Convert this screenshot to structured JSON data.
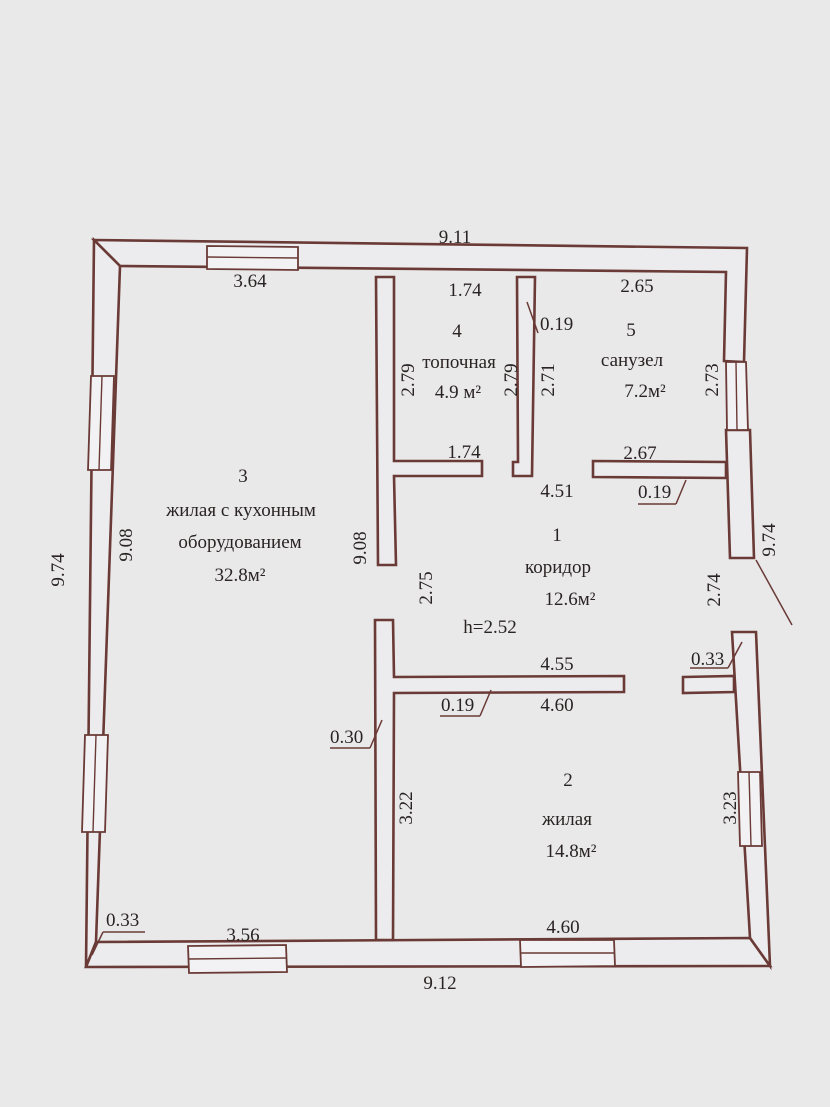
{
  "colors": {
    "wall": "#6a3a36",
    "paper": "#e9e9ea",
    "text": "#2a2323"
  },
  "dimensions": {
    "top_outer": "9.11",
    "bottom_outer": "9.12",
    "left_outer": "9.74",
    "right_outer": "9.74",
    "left_inner": "9.08",
    "top_window": "3.64",
    "room4_width_top": "1.74",
    "room4_width_bottom": "1.74",
    "room5_width": "2.65",
    "room5_width_bottom": "2.67",
    "partition_019_a": "0.19",
    "partition_019_b": "0.19",
    "partition_019_c": "0.19",
    "room4_height_left": "2.79",
    "room4_height_right": "2.79",
    "room5_height_left": "2.71",
    "room5_height_right": "2.73",
    "corridor_width": "4.51",
    "wall3_height": "9.08",
    "corridor_height_left": "2.75",
    "corridor_height_right": "2.74",
    "ceiling_height": "h=2.52",
    "room2_width_top": "4.55",
    "room2_width_mid": "4.60",
    "room2_width_bottom": "4.60",
    "wall_033_right": "0.33",
    "wall_030": "0.30",
    "room2_height_left": "3.22",
    "room2_height_right": "3.23",
    "wall_033_left": "0.33",
    "bottom_window": "3.56"
  },
  "rooms": {
    "r1": {
      "number": "1",
      "name": "коридор",
      "area": "12.6м²"
    },
    "r2": {
      "number": "2",
      "name": "жилая",
      "area": "14.8м²"
    },
    "r3": {
      "number": "3",
      "name_line1": "жилая с кухонным",
      "name_line2": "оборудованием",
      "area": "32.8м²"
    },
    "r4": {
      "number": "4",
      "name": "топочная",
      "area": "4.9 м²"
    },
    "r5": {
      "number": "5",
      "name": "санузел",
      "area": "7.2м²"
    }
  }
}
